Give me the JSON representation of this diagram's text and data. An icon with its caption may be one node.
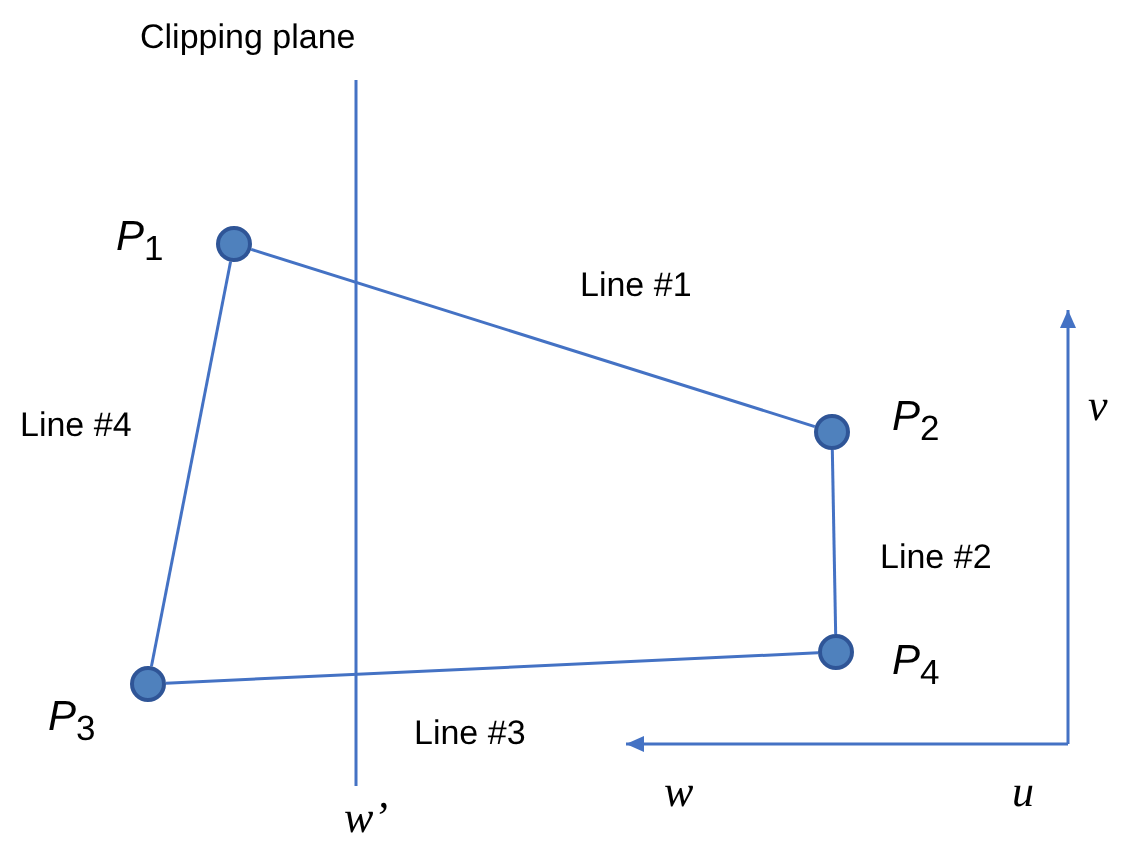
{
  "diagram": {
    "nodes": [
      {
        "text": [],
        "shape": "circle",
        "beside": [
          "*P*$_{1}$"
        ]
      },
      {
        "text": [],
        "shape": "circle",
        "beside": [
          "*P*$_{2}$"
        ]
      },
      {
        "text": [],
        "shape": "circle",
        "beside": [
          "*P*$_{4}$"
        ]
      },
      {
        "text": [],
        "shape": "circle",
        "beside": [
          "*P*$_{3}$"
        ]
      }
    ],
    "edges": [
      {
        "from": 0,
        "to": 1,
        "arrow": "none",
        "label": "Line #1"
      },
      {
        "from": 1,
        "to": 2,
        "arrow": "none",
        "label": "Line #2"
      },
      {
        "from": 2,
        "to": 3,
        "arrow": "none",
        "label": "Line #3"
      },
      {
        "from": 3,
        "to": 0,
        "arrow": "none",
        "label": "Line #4"
      }
    ],
    "labels": [
      "Clipping plane",
      "w’",
      "v",
      "w",
      "u"
    ]
  }
}
